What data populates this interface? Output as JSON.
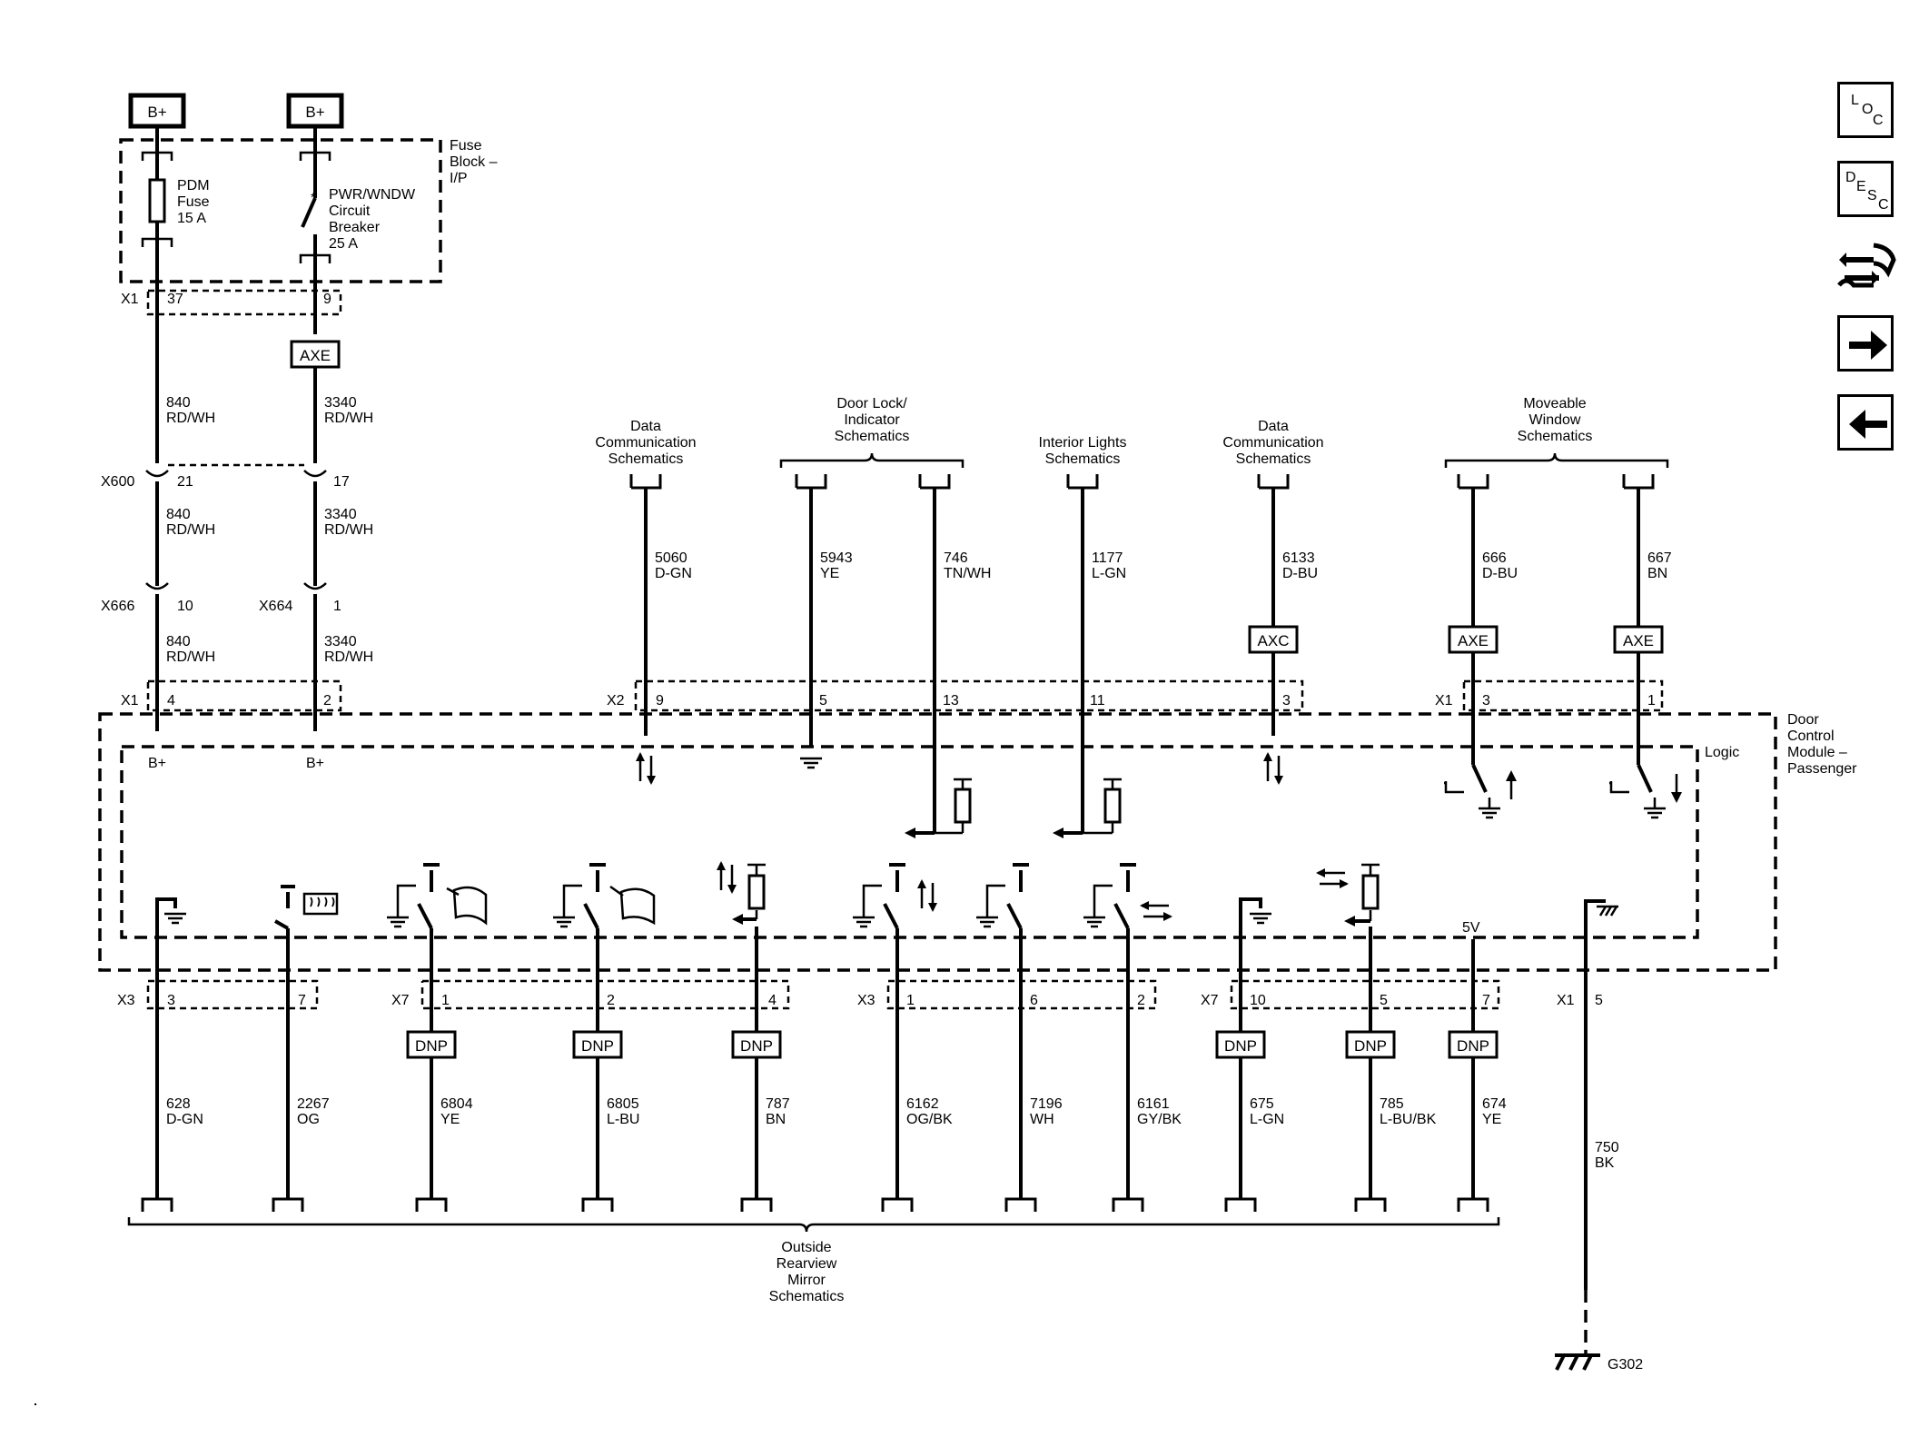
{
  "power": {
    "source1": "B+",
    "source2": "B+"
  },
  "fuse_block": {
    "title_line1": "Fuse",
    "title_line2": "Block –",
    "title_line3": "I/P"
  },
  "fuse": {
    "line1": "PDM",
    "line2": "Fuse",
    "line3": "15 A"
  },
  "breaker": {
    "line1": "PWR/WNDW",
    "line2": "Circuit",
    "line3": "Breaker",
    "line4": "25 A"
  },
  "module": {
    "line1": "Door",
    "line2": "Control",
    "line3": "Module –",
    "line4": "Passenger",
    "logic": "Logic",
    "b_plus_1": "B+",
    "b_plus_2": "B+",
    "five_v": "5V"
  },
  "connectors": {
    "x1_top": "X1",
    "x1_top_pin1": "37",
    "x1_top_pin2": "9",
    "x600": "X600",
    "x600_pin1": "21",
    "x600_pin2": "17",
    "x666": "X666",
    "x666_pin": "10",
    "x664": "X664",
    "x664_pin": "1",
    "x1_mid": "X1",
    "x1_mid_pin1": "4",
    "x1_mid_pin2": "2",
    "x2": "X2",
    "x2_pins": [
      "9",
      "5",
      "13",
      "11",
      "3"
    ],
    "x1_right": "X1",
    "x1_right_pins": [
      "3",
      "1"
    ],
    "x3_a": "X3",
    "x3_a_pins": [
      "3",
      "7"
    ],
    "x7_a": "X7",
    "x7_a_pins": [
      "1",
      "2",
      "4"
    ],
    "x3_b": "X3",
    "x3_b_pins": [
      "1",
      "6",
      "2"
    ],
    "x7_b": "X7",
    "x7_b_pins": [
      "10",
      "5",
      "7"
    ],
    "x1_bottom": "X1",
    "x1_bottom_pin": "5"
  },
  "tags": {
    "axe": "AXE",
    "axc": "AXC",
    "dnp": "DNP"
  },
  "wires_top": [
    {
      "num": "840",
      "color": "RD/WH"
    },
    {
      "num": "3340",
      "color": "RD/WH"
    },
    {
      "num": "840",
      "color": "RD/WH"
    },
    {
      "num": "3340",
      "color": "RD/WH"
    },
    {
      "num": "840",
      "color": "RD/WH"
    },
    {
      "num": "3340",
      "color": "RD/WH"
    }
  ],
  "wires_upper": [
    {
      "num": "5060",
      "color": "D-GN"
    },
    {
      "num": "5943",
      "color": "YE"
    },
    {
      "num": "746",
      "color": "TN/WH"
    },
    {
      "num": "1177",
      "color": "L-GN"
    },
    {
      "num": "6133",
      "color": "D-BU"
    },
    {
      "num": "666",
      "color": "D-BU"
    },
    {
      "num": "667",
      "color": "BN"
    }
  ],
  "wires_lower": [
    {
      "num": "628",
      "color": "D-GN"
    },
    {
      "num": "2267",
      "color": "OG"
    },
    {
      "num": "6804",
      "color": "YE"
    },
    {
      "num": "6805",
      "color": "L-BU"
    },
    {
      "num": "787",
      "color": "BN"
    },
    {
      "num": "6162",
      "color": "OG/BK"
    },
    {
      "num": "7196",
      "color": "WH"
    },
    {
      "num": "6161",
      "color": "GY/BK"
    },
    {
      "num": "675",
      "color": "L-GN"
    },
    {
      "num": "785",
      "color": "L-BU/BK"
    },
    {
      "num": "674",
      "color": "YE"
    },
    {
      "num": "750",
      "color": "BK"
    }
  ],
  "references": {
    "data_comm_1": [
      "Data",
      "Communication",
      "Schematics"
    ],
    "door_lock": [
      "Door Lock/",
      "Indicator",
      "Schematics"
    ],
    "interior_lights": [
      "Interior Lights",
      "Schematics"
    ],
    "data_comm_2": [
      "Data",
      "Communication",
      "Schematics"
    ],
    "moveable_window": [
      "Moveable",
      "Window",
      "Schematics"
    ],
    "mirror": [
      "Outside",
      "Rearview",
      "Mirror",
      "Schematics"
    ]
  },
  "ground": {
    "label": "G302"
  },
  "side_nav": {
    "loc_l": "L",
    "loc_o": "O",
    "loc_c": "C",
    "desc_d": "D",
    "desc_e": "E",
    "desc_s": "S",
    "desc_c": "C"
  }
}
